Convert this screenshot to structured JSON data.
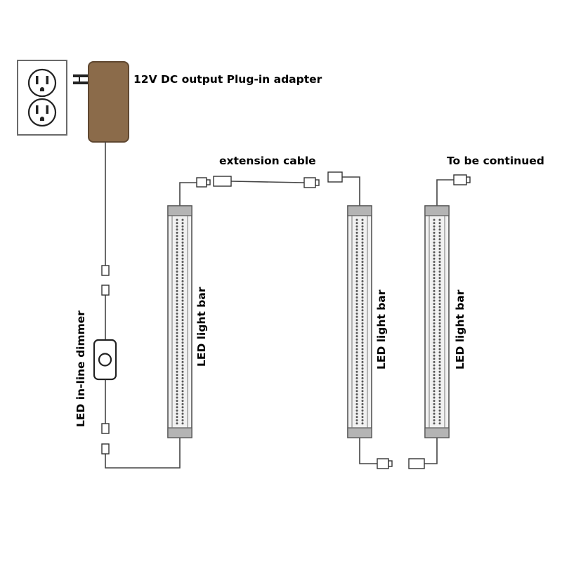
{
  "labels": {
    "adapter": "12V DC output Plug-in adapter",
    "extension_cable": "extension cable",
    "to_be_continued": "To be continued",
    "dimmer": "LED in-line dimmer",
    "light_bar_1": "LED light bar",
    "light_bar_2": "LED light bar",
    "light_bar_3": "LED light bar"
  },
  "colors": {
    "adapter": "#8b6b4a",
    "outlet_plate": "#ffffff",
    "bar_cap": "#b4b4b4",
    "bar_body": "#f1f1f1",
    "led_dot": "#555555",
    "wire": "#444444"
  },
  "components": {
    "outlet": "duplex-wall-outlet",
    "adapter": "plug-in-adapter",
    "dimmer": "inline-dimmer-switch",
    "light_bar_count": 3
  }
}
